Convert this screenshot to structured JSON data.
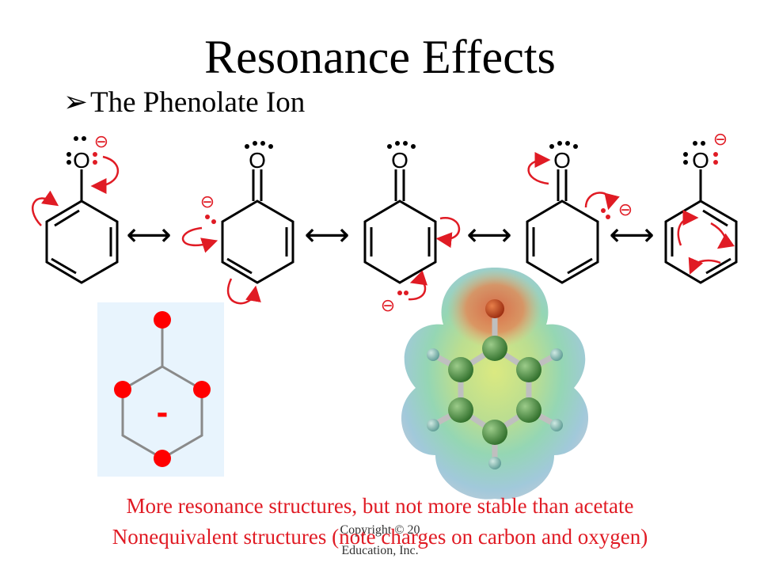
{
  "title": "Resonance Effects",
  "bullet": {
    "marker": "➢",
    "text": "The Phenolate Ion"
  },
  "structures": {
    "oxygen_label": "O",
    "charge_label": "⊖",
    "equilibrium_arrow": "⟷",
    "count": 5
  },
  "left_panel": {
    "charge_label": "-"
  },
  "footer": {
    "line1": "More resonance structures, but not more stable than acetate",
    "line2": "Nonequivalent structures (note charges on carbon and oxygen)"
  },
  "copyright": {
    "line1": "Copyright © 20",
    "line2": "Education, Inc."
  },
  "colors": {
    "accent": "#e01b24",
    "text": "#000000",
    "panel": "#e8f4fd"
  }
}
